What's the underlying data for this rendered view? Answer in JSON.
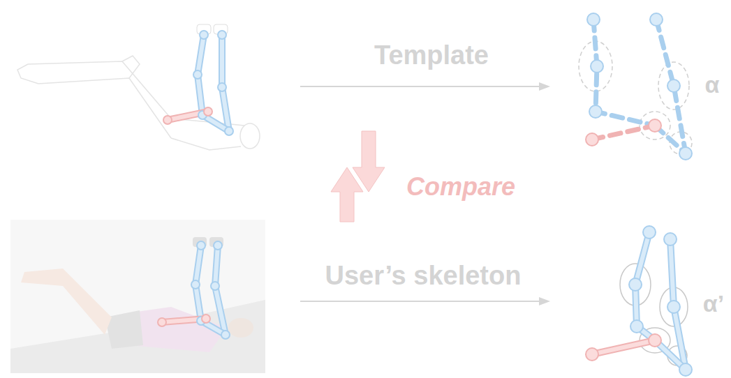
{
  "diagram": {
    "labels": [
      "Template",
      "Compare",
      "User’s skeleton",
      "α",
      "α’"
    ]
  }
}
